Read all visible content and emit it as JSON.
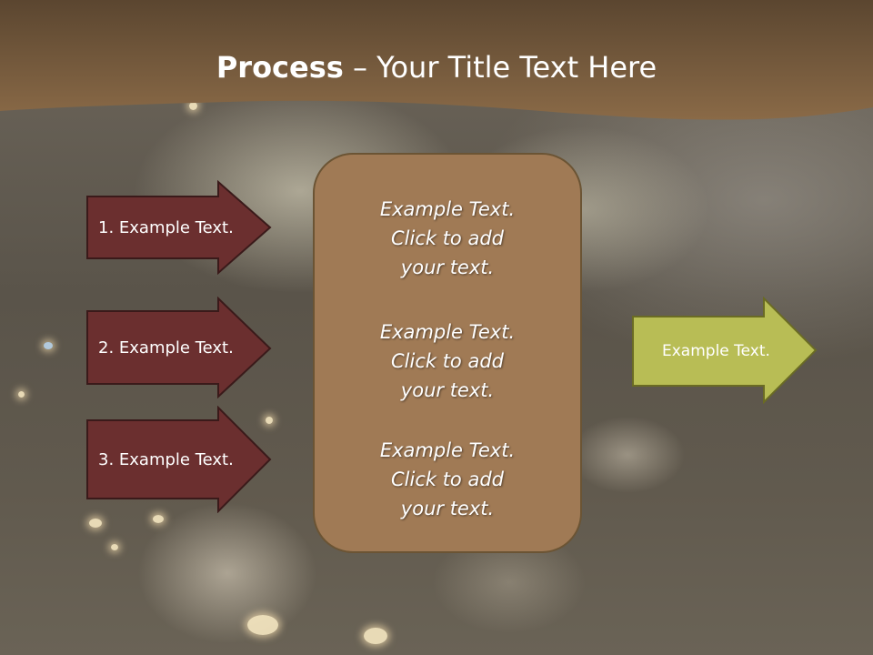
{
  "title": {
    "bold": "Process",
    "rest": " – Your Title Text Here"
  },
  "left_arrows": [
    {
      "label": "1. Example Text."
    },
    {
      "label": "2. Example Text."
    },
    {
      "label": "3. Example Text."
    }
  ],
  "panel": {
    "blocks": [
      {
        "line1": "Example Text.",
        "line2": "Click  to add",
        "line3": "your text."
      },
      {
        "line1": "Example Text.",
        "line2": "Click  to add",
        "line3": "your text."
      },
      {
        "line1": "Example Text.",
        "line2": "Click  to add",
        "line3": "your text."
      }
    ]
  },
  "right_arrow": {
    "label": "Example Text."
  },
  "colors": {
    "header": "#7a5f3f",
    "left_arrow_fill": "#6b2f2f",
    "panel_fill": "#a07a55",
    "right_arrow_fill": "#b8bd55"
  }
}
